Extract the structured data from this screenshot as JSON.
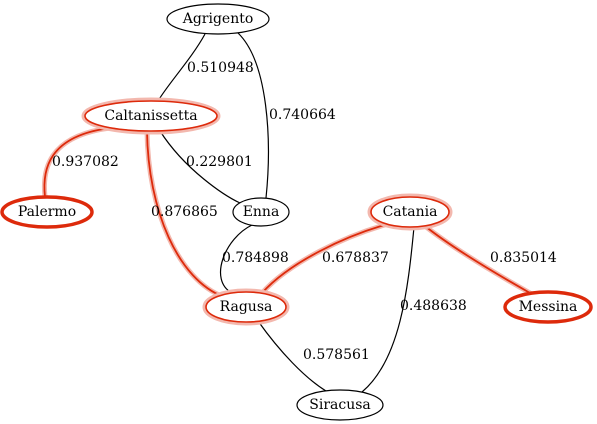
{
  "graph": {
    "colors": {
      "background": "#ffffff",
      "stroke": "#000000",
      "highlight": "#dd2a0b",
      "halo": "#f3b8ae",
      "node_fill": "#ffffff"
    },
    "nodes": [
      {
        "id": "agrigento",
        "label": "Agrigento",
        "style": "normal"
      },
      {
        "id": "caltanissetta",
        "label": "Caltanissetta",
        "style": "on-path"
      },
      {
        "id": "palermo",
        "label": "Palermo",
        "style": "endpoint"
      },
      {
        "id": "enna",
        "label": "Enna",
        "style": "normal"
      },
      {
        "id": "catania",
        "label": "Catania",
        "style": "on-path"
      },
      {
        "id": "ragusa",
        "label": "Ragusa",
        "style": "on-path"
      },
      {
        "id": "messina",
        "label": "Messina",
        "style": "endpoint"
      },
      {
        "id": "siracusa",
        "label": "Siracusa",
        "style": "normal"
      }
    ],
    "edges": [
      {
        "id": "agrigento-caltanissetta",
        "from": "agrigento",
        "to": "caltanissetta",
        "weight": "0.510948",
        "highlighted": false
      },
      {
        "id": "agrigento-enna",
        "from": "agrigento",
        "to": "enna",
        "weight": "0.740664",
        "highlighted": false
      },
      {
        "id": "caltanissetta-palermo",
        "from": "caltanissetta",
        "to": "palermo",
        "weight": "0.937082",
        "highlighted": true
      },
      {
        "id": "caltanissetta-enna",
        "from": "caltanissetta",
        "to": "enna",
        "weight": "0.229801",
        "highlighted": false
      },
      {
        "id": "caltanissetta-ragusa",
        "from": "caltanissetta",
        "to": "ragusa",
        "weight": "0.876865",
        "highlighted": true
      },
      {
        "id": "enna-ragusa",
        "from": "enna",
        "to": "ragusa",
        "weight": "0.784898",
        "highlighted": false
      },
      {
        "id": "catania-ragusa",
        "from": "catania",
        "to": "ragusa",
        "weight": "0.678837",
        "highlighted": true
      },
      {
        "id": "catania-messina",
        "from": "catania",
        "to": "messina",
        "weight": "0.835014",
        "highlighted": true
      },
      {
        "id": "catania-siracusa",
        "from": "catania",
        "to": "siracusa",
        "weight": "0.488638",
        "highlighted": false
      },
      {
        "id": "ragusa-siracusa",
        "from": "ragusa",
        "to": "siracusa",
        "weight": "0.578561",
        "highlighted": false
      }
    ]
  }
}
